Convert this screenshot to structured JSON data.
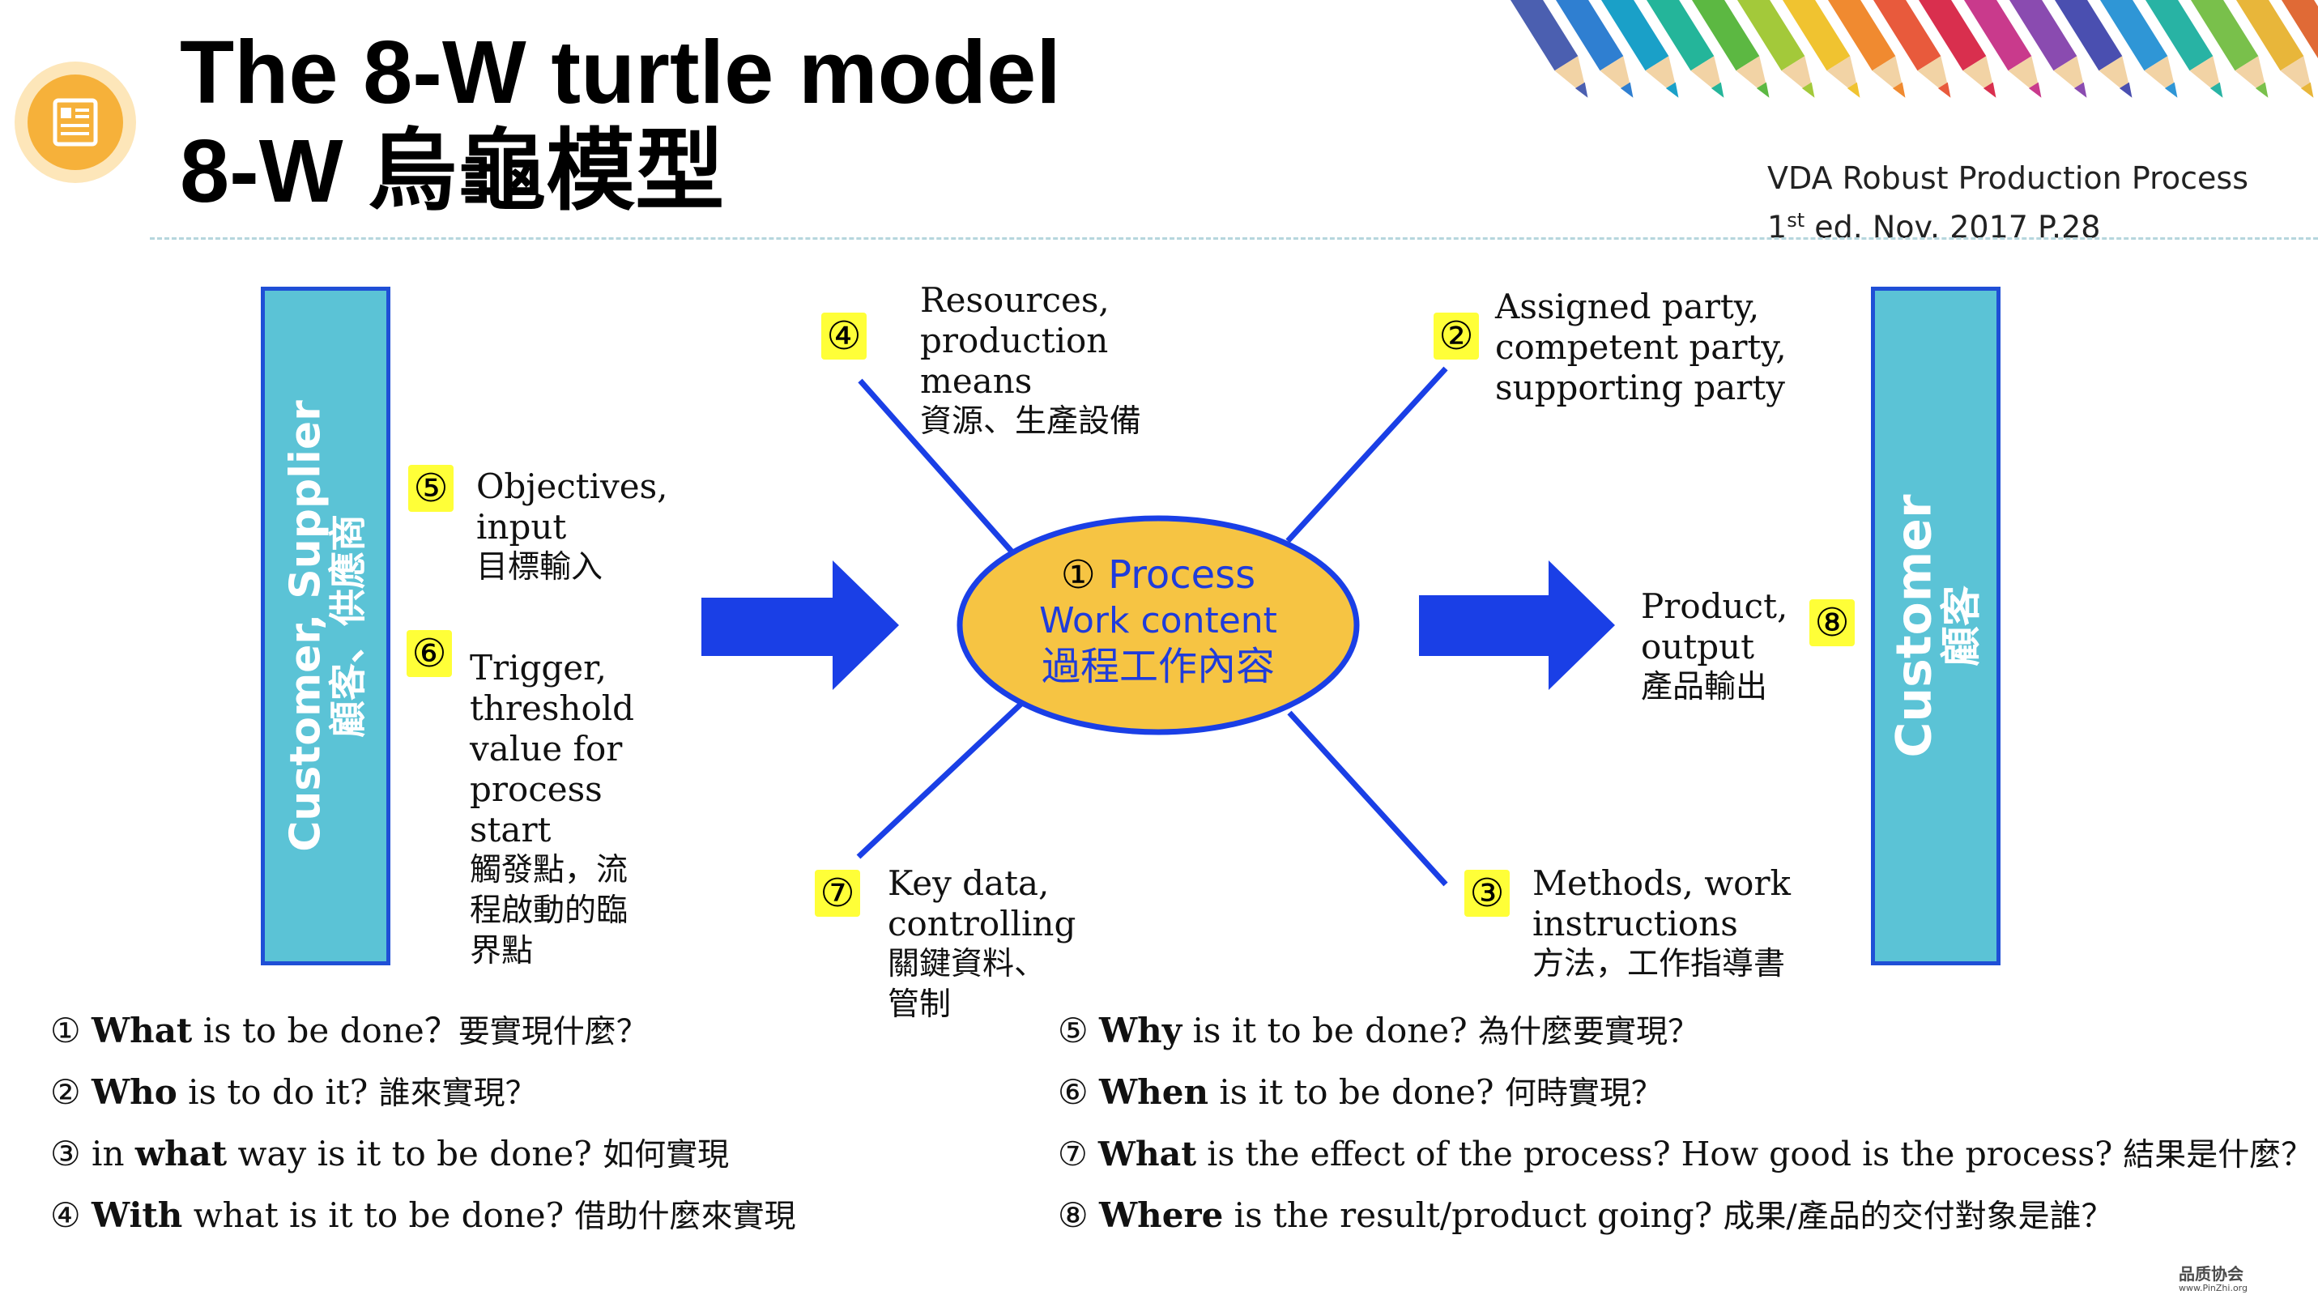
{
  "header": {
    "title_en": "The 8-W turtle model",
    "title_zh": "8-W 烏龜模型",
    "reference_line1": "VDA Robust Production Process",
    "reference_line2_pre": "1",
    "reference_line2_sup": "st",
    "reference_line2_post": " ed. Nov. 2017  P.28",
    "icon": "document-icon"
  },
  "left_box": {
    "line1": "Customer, Supplier",
    "line2": "顧客、供應商"
  },
  "right_box": {
    "line1": "Customer",
    "line2": "顧客"
  },
  "process": {
    "marker": "①",
    "label": "Process",
    "sub_en": "Work content",
    "sub_zh": "過程工作內容"
  },
  "nodes": {
    "n4": {
      "marker": "④",
      "l1": "Resources,",
      "l2": "production",
      "l3": "means",
      "zh": "資源、生產設備"
    },
    "n2": {
      "marker": "②",
      "l1": "Assigned party,",
      "l2": "competent party,",
      "l3": "supporting party"
    },
    "n5": {
      "marker": "⑤",
      "l1": "Objectives,",
      "l2": "input",
      "zh": "目標輸入"
    },
    "n6": {
      "marker": "⑥",
      "l1": "Trigger,",
      "l2": "threshold",
      "l3": "value for",
      "l4": "process",
      "l5": "start",
      "zh1": "觸發點，流",
      "zh2": "程啟動的臨",
      "zh3": "界點"
    },
    "n8": {
      "marker": "⑧",
      "l1": "Product,",
      "l2": "output",
      "zh": "產品輸出"
    },
    "n7": {
      "marker": "⑦",
      "l1": "Key data,",
      "l2": "controlling",
      "zh1": "關鍵資料、",
      "zh2": "管制"
    },
    "n3": {
      "marker": "③",
      "l1": "Methods, work",
      "l2": "instructions",
      "zh": "方法，工作指導書"
    }
  },
  "questions": [
    {
      "marker": "①",
      "bold": "What",
      "rest": " is to be done？",
      "zh": "要實現什麼？"
    },
    {
      "marker": "②",
      "bold": "Who",
      "rest": "  is to do it? ",
      "zh": "誰來實現？"
    },
    {
      "marker": "③",
      "pre": "in ",
      "bold": "what",
      "rest": " way is it to be done? ",
      "zh": "如何實現"
    },
    {
      "marker": "④",
      "bold": "With",
      "rest": " what is it to be done? ",
      "zh": "借助什麼來實現"
    },
    {
      "marker": "⑤",
      "bold": "Why",
      "rest": " is it to be done? ",
      "zh": "為什麼要實現？"
    },
    {
      "marker": "⑥",
      "bold": "When",
      "rest": " is it to be done? ",
      "zh": "何時實現？"
    },
    {
      "marker": "⑦",
      "bold": "What",
      "rest": " is the effect of the process? How good is the process? ",
      "zh": "結果是什麼？"
    },
    {
      "marker": "⑧",
      "bold": "Where",
      "rest": " is the result/product going? ",
      "zh": "成果/產品的交付對象是誰？"
    }
  ],
  "watermark": {
    "name": "品质协会",
    "url": "www.PinZhi.org"
  },
  "colors": {
    "box_fill": "#5bc3d6",
    "box_border": "#1f4fd6",
    "arrow": "#1a3fe6",
    "ellipse_fill": "#f6c443",
    "highlight": "#ffff38",
    "process_text": "#1f3cdb"
  }
}
